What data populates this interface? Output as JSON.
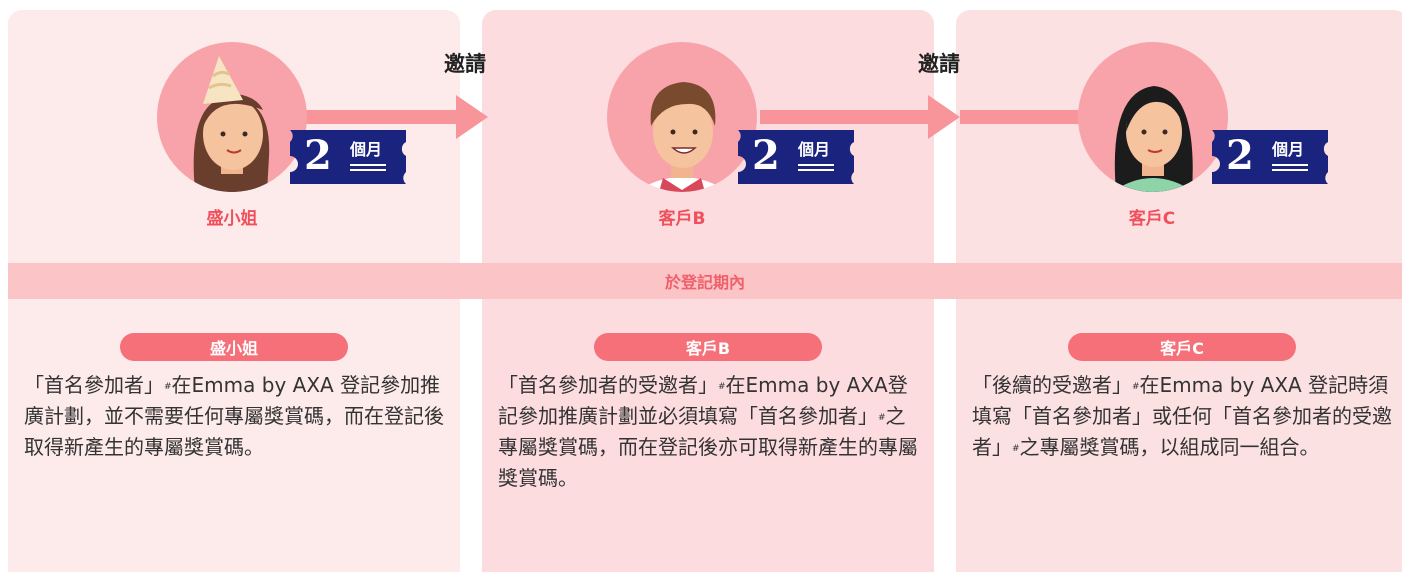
{
  "invite_label": "邀請",
  "banner_text": "於登記期內",
  "badge": {
    "number": "2",
    "unit": "個月"
  },
  "people": [
    {
      "name": "盛小姐",
      "pill": "盛小姐",
      "desc_a": "「首名參加者」",
      "desc_sup": "#",
      "desc_b": "在Emma by AXA 登記參加推廣計劃，並不需要任何專屬獎賞碼，而在登記後取得新產生的專屬獎賞碼。"
    },
    {
      "name": "客戶B",
      "pill": "客戶B",
      "desc_a": "「首名參加者的受邀者」",
      "desc_sup": "#",
      "desc_b": "在Emma by AXA登記參加推廣計劃並必須填寫「首名參加者」",
      "desc_sup2": "#",
      "desc_c": "之專屬獎賞碼，而在登記後亦可取得新產生的專屬獎賞碼。"
    },
    {
      "name": "客戶C",
      "pill": "客戶C",
      "desc_a": "「後續的受邀者」",
      "desc_sup": "#",
      "desc_b": "在Emma by AXA 登記時須填寫「首名參加者」或任何「首名參加者的受邀者」",
      "desc_sup2": "#",
      "desc_c": "之專屬獎賞碼，以組成同一組合。"
    }
  ],
  "colors": {
    "accent": "#f57079",
    "name_text": "#ef505c",
    "badge_bg": "#1a237e",
    "arrow": "#f8959a"
  },
  "icons": [
    "party-hat-icon",
    "ticket-badge-icon",
    "arrow-right-icon"
  ]
}
